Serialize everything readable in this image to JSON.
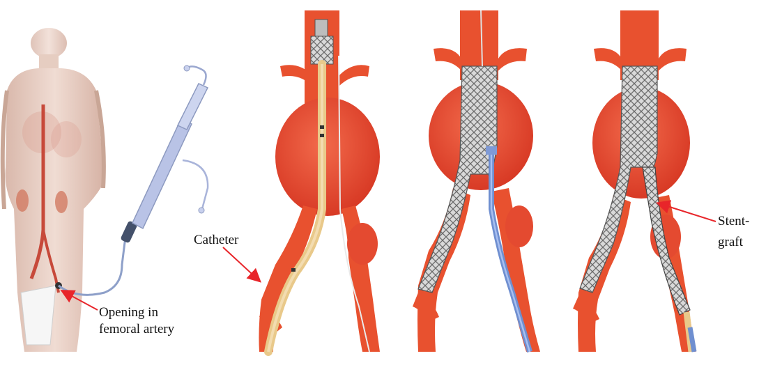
{
  "labels": {
    "catheter": "Catheter",
    "opening_line1": "Opening in",
    "opening_line2": "femoral artery",
    "stent_line1": "Stent-",
    "stent_line2": "graft"
  },
  "colors": {
    "artery": "#e8512f",
    "artery_dark": "#c93a1e",
    "aneurysm": "#e24a34",
    "body_skin": "#e7cfc3",
    "stent_mesh": "#8d8d8d",
    "catheter": "#e9c98a",
    "guidewire": "#6f8fd0",
    "arrow": "#e8252a",
    "delivery_device": "#b9c3e6"
  }
}
